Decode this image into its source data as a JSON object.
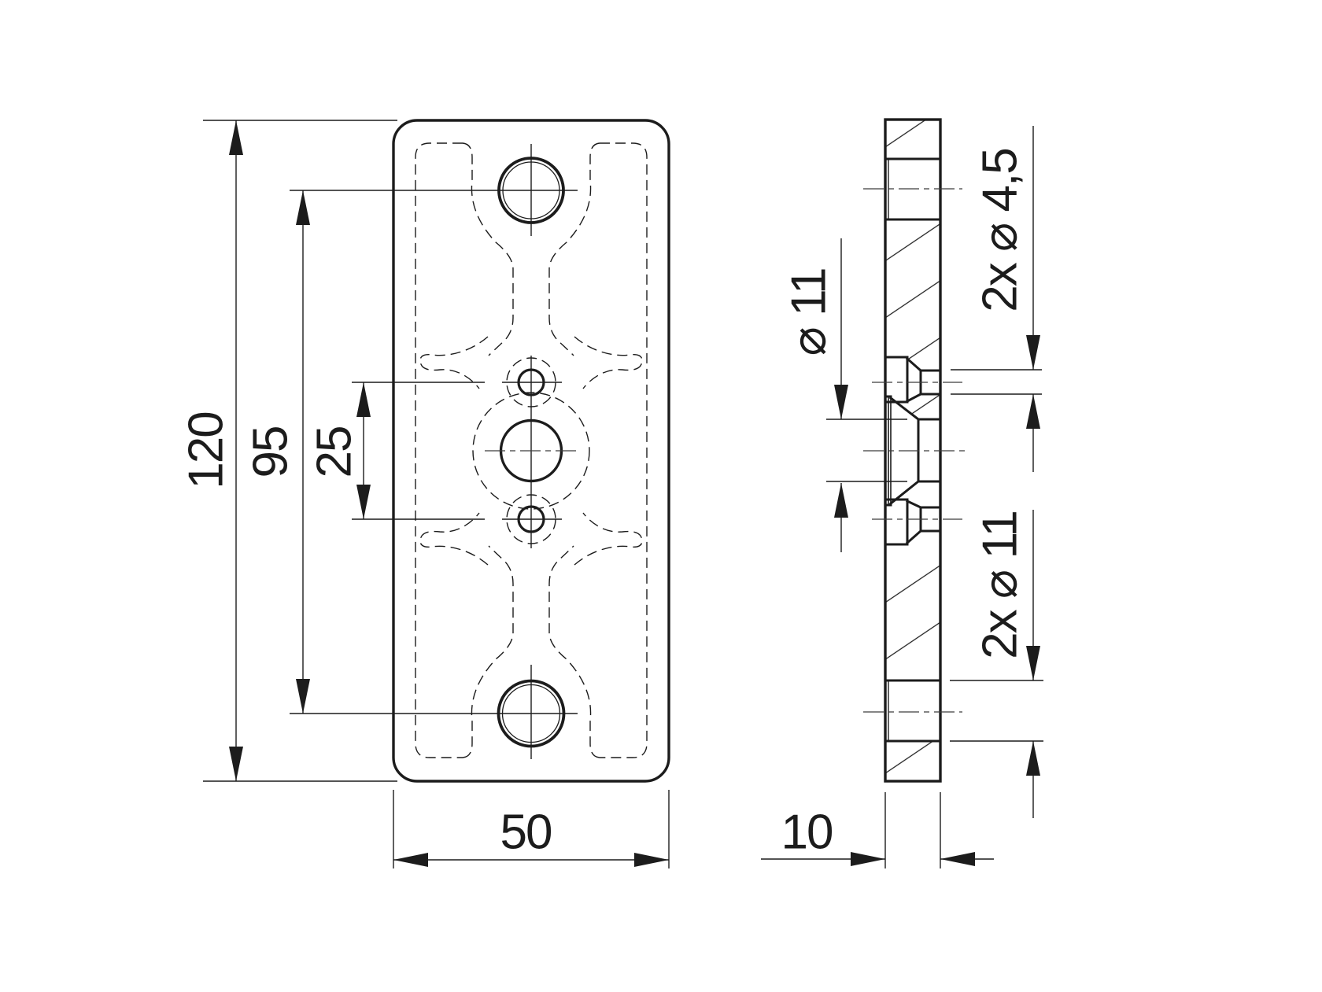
{
  "drawing_title": "plate-technical-drawing",
  "front_view": {
    "height": "120",
    "hole_pitch": "95",
    "inner_pitch": "25",
    "width": "50"
  },
  "side_view": {
    "counterbore_dia": "⌀ 11",
    "countersunk_holes": "2x ⌀ 4,5",
    "through_holes": "2x ⌀ 11",
    "thickness": "10"
  },
  "colors": {
    "line": "#1c1c1c",
    "background": "#ffffff",
    "centerline": "#3c3c3c"
  }
}
